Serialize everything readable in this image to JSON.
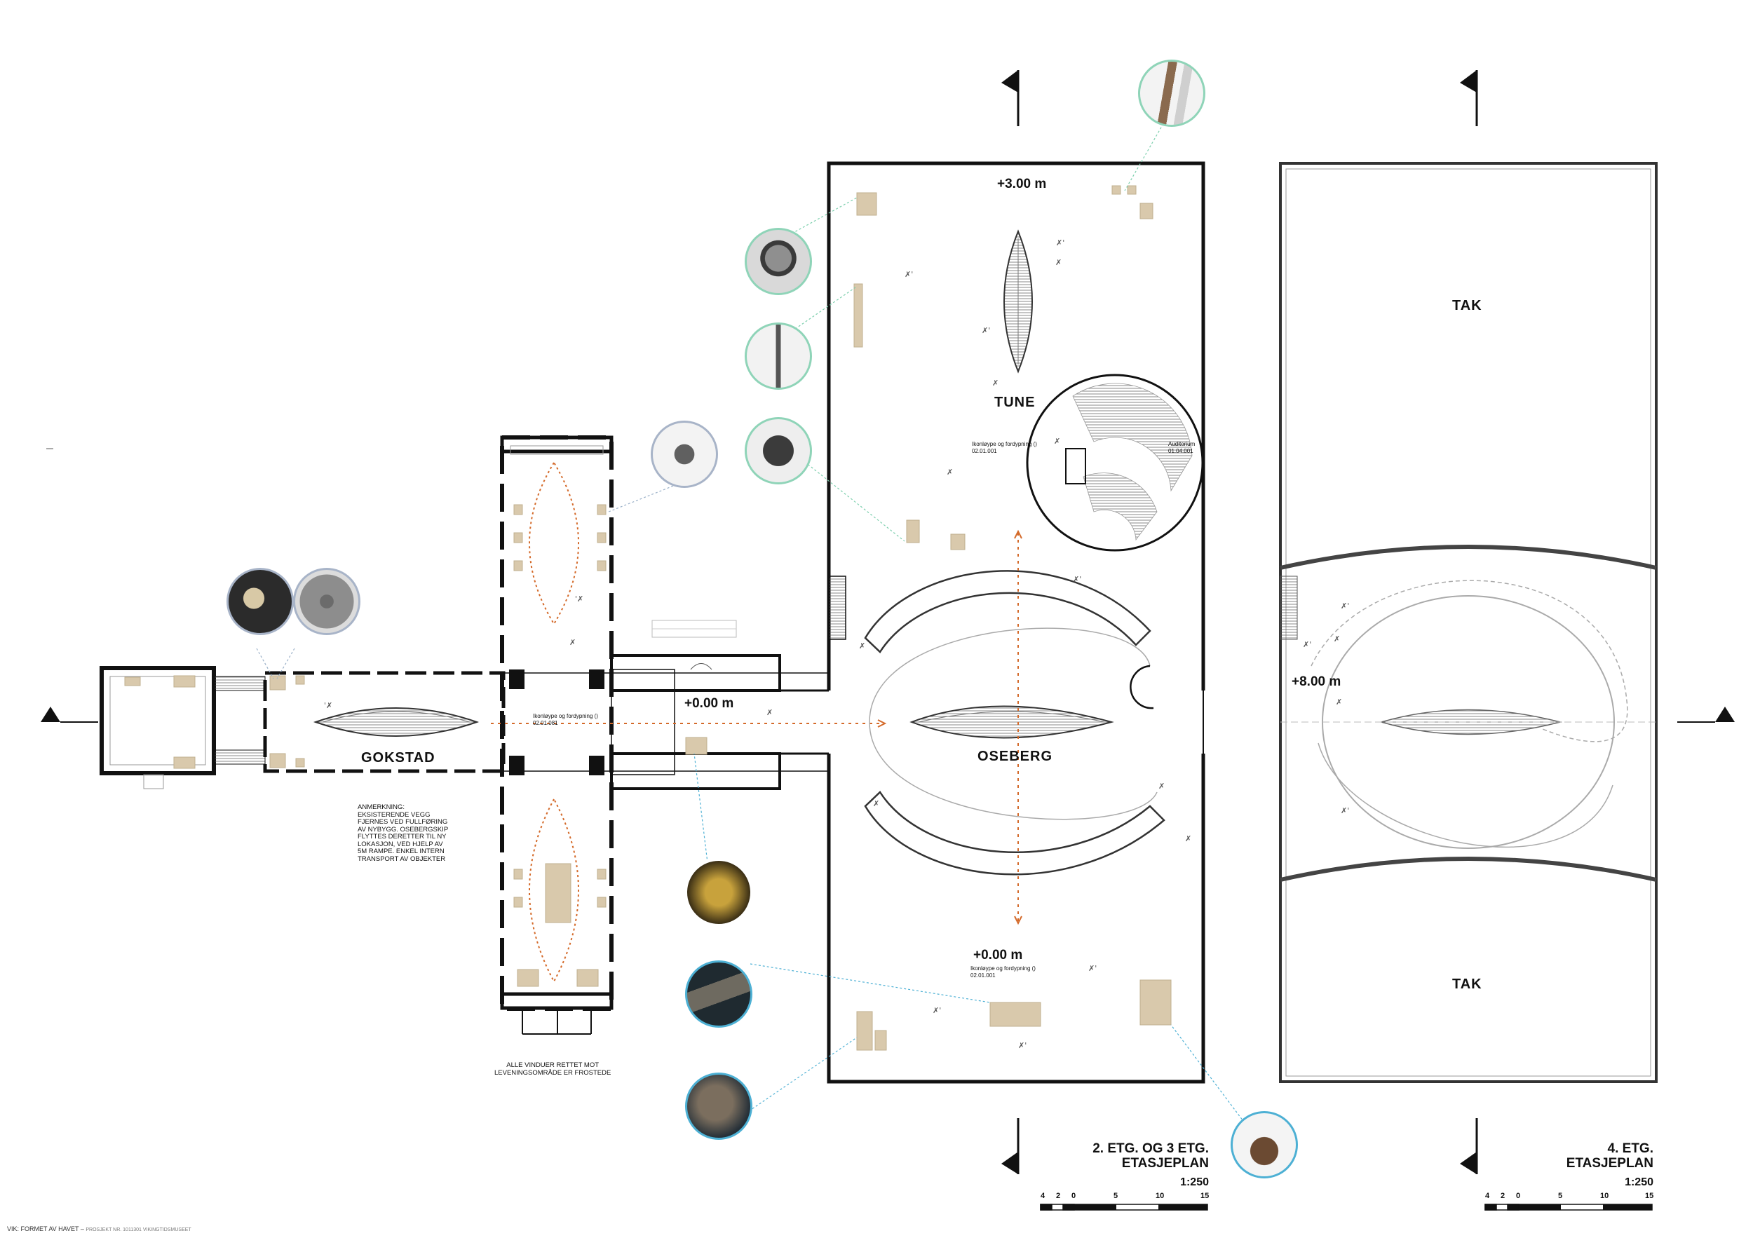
{
  "rooms": {
    "gokstad": "GOKSTAD",
    "oseberg": "OSEBERG",
    "tune": "TUNE",
    "tak_upper": "TAK",
    "tak_lower": "TAK"
  },
  "elevations": {
    "center": "+0.00 m",
    "tune": "+3.00 m",
    "south": "+0.00 m",
    "fourth": "+8.00 m"
  },
  "small_labels": {
    "tune_route_1": "Ikonløype og fordypning ()",
    "tune_route_2": "02.01.001",
    "center_route_1": "Ikonløype og fordypning ()",
    "center_route_2": "02.01.081",
    "south_route_1": "Ikonløype og fordypning ()",
    "south_route_2": "02.01.001",
    "auditorium_1": "Auditorium",
    "auditorium_2": "01.04.001"
  },
  "notes": {
    "anmerkning": [
      "ANMERKNING:",
      "EKSISTERENDE VEGG",
      "FJERNES VED FULLFØRING",
      "AV NYBYGG. OSEBERGSKIP",
      "FLYTTES DERETTER TIL NY",
      "LOKASJON, VED HJELP AV",
      "5M RAMPE. ENKEL INTERN",
      "TRANSPORT AV OBJEKTER"
    ],
    "vinduer": [
      "ALLE VINDUER RETTET MOT",
      "LEVENINGSOMRÅDE ER FROSTEDE"
    ]
  },
  "plan_titles": {
    "left": [
      "2. ETG. OG 3 ETG.",
      "ETASJEPLAN",
      "1:250"
    ],
    "right": [
      "4. ETG.",
      "ETASJEPLAN",
      "1:250"
    ]
  },
  "scale_ticks": [
    "4",
    "2",
    "0",
    "5",
    "10",
    "15"
  ],
  "footer": {
    "main": "VIK: FORMET AV HAVET –",
    "sub": "PROSJEKT NR. 1011301 VIKINGTIDSMUSEET"
  },
  "colors": {
    "wall": "#111111",
    "display_case": "#d9c9ac",
    "route": "#d46a2a",
    "thumb_green": "#8fd4b8",
    "thumb_blue": "#4db0d4"
  },
  "icons": {
    "section_markers": "north-flag-icon",
    "orientation": "triangle-arrow-icon",
    "people": "person-figure-icon",
    "artifacts": "artifact-thumbnail-icon"
  }
}
